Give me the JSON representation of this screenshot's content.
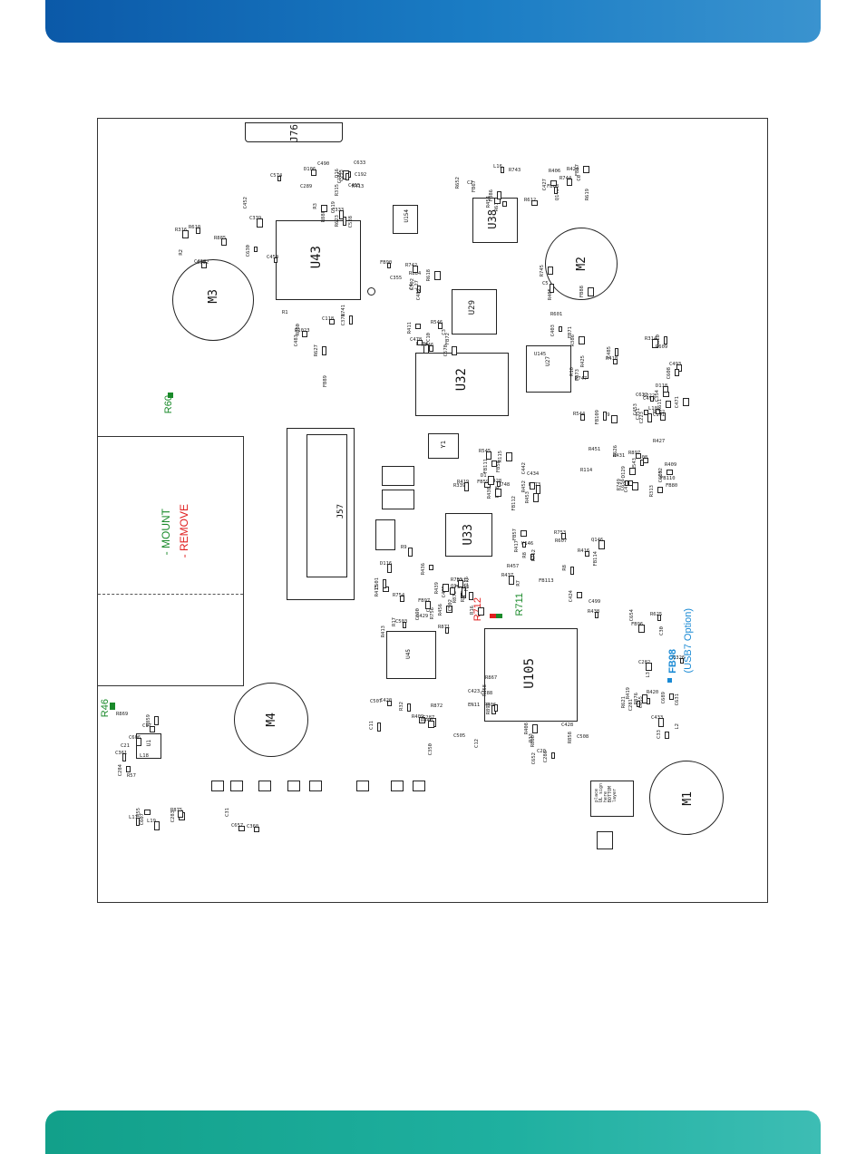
{
  "colors": {
    "mount": "#1a8a2a",
    "remove": "#e02020",
    "usb_option": "#1a8ad4",
    "header": "#0b59a8",
    "footer": "#12a08a"
  },
  "annotations": {
    "mount": "- MOUNT",
    "remove": "- REMOVE",
    "r60": "R60",
    "r46": "R46",
    "r712": "R712",
    "r711": "R711",
    "fb98": "FB98",
    "usb7_option": "(USB7 Option)"
  },
  "components": {
    "j76": "J76",
    "u43": "U43",
    "u38": "U38",
    "u29": "U29",
    "u32": "U32",
    "u33": "U33",
    "u105": "U105",
    "u45": "U45",
    "u1": "U1",
    "j57": "J57",
    "y1": "Y1",
    "u154": "U154",
    "u27": "U27",
    "m1": "M1",
    "m2": "M2",
    "m3": "M3",
    "m4": "M4",
    "place_note": "place\nUL sign\nhere\nBOTTOM\nlayer"
  },
  "small_labels": [
    "C289",
    "R885",
    "R888",
    "R880",
    "R884",
    "R612",
    "Q143",
    "U145",
    "R546",
    "R544",
    "R543",
    "R545",
    "R873",
    "U146",
    "Q146",
    "R876",
    "Q144",
    "R871",
    "R406",
    "R409",
    "R408",
    "R57",
    "R55",
    "R625",
    "R621",
    "R626",
    "R620",
    "R622",
    "C574",
    "R610",
    "R623",
    "R627",
    "R618",
    "R617",
    "R619",
    "R386",
    "R411",
    "R410",
    "R409",
    "R419",
    "R418",
    "R417",
    "R416",
    "R415",
    "R412",
    "R413",
    "C288",
    "C287",
    "C286",
    "C284",
    "C283",
    "C282",
    "C281",
    "R313",
    "R314",
    "C191",
    "C192",
    "R316",
    "R315",
    "R1023",
    "C302",
    "R652",
    "R424",
    "C403",
    "C570",
    "R10",
    "C408",
    "R748",
    "R339",
    "R8",
    "R607",
    "D116",
    "R349",
    "C690",
    "R890",
    "R32",
    "R33",
    "C17",
    "L17",
    "L3",
    "L2",
    "D129",
    "D118",
    "L10",
    "D106",
    "C430",
    "R413",
    "FB89",
    "FB90",
    "FB67",
    "FB68",
    "FB71",
    "FB72",
    "FB73",
    "FB80",
    "FB58",
    "FB59",
    "FB57",
    "C424",
    "C425",
    "C421",
    "C429",
    "C423",
    "C420",
    "C428",
    "C361",
    "C360",
    "C326",
    "C433",
    "C417",
    "C354",
    "C351",
    "C253",
    "C339",
    "C119",
    "C118",
    "C355",
    "R454",
    "R406",
    "R405",
    "R424",
    "R425",
    "R427",
    "R428",
    "R430",
    "R437",
    "R438",
    "R436",
    "R439",
    "R456",
    "R458",
    "R440",
    "R858",
    "R859",
    "C657",
    "C654",
    "C655",
    "C656",
    "C493",
    "C494",
    "C490",
    "C332",
    "C333",
    "C378",
    "L27",
    "L16",
    "C427",
    "R601",
    "C10",
    "C9",
    "R114",
    "R115",
    "D1",
    "R7",
    "R8",
    "R9",
    "R16",
    "R17",
    "C12",
    "C11",
    "C20",
    "C21",
    "C31",
    "C30",
    "C33",
    "C32",
    "C222",
    "C223",
    "D16",
    "R2",
    "R3",
    "R1",
    "C4",
    "C2",
    "C6",
    "C5",
    "C3",
    "FB109",
    "FB110",
    "FB111",
    "FB112",
    "FB113",
    "FB114",
    "FB115",
    "FB116",
    "FB97",
    "R867",
    "R872",
    "R868",
    "R869",
    "R875",
    "R876",
    "C631",
    "C609",
    "C608",
    "C632",
    "C633",
    "C630",
    "C538",
    "C483",
    "C482",
    "FB86",
    "FB87",
    "FB88",
    "C478",
    "C485",
    "R451",
    "R452",
    "R453",
    "R457",
    "C499",
    "C501",
    "C502",
    "C503",
    "C505",
    "C507",
    "C508",
    "C606",
    "C607",
    "R419",
    "R420",
    "R431",
    "C471",
    "C453",
    "C452",
    "C454",
    "C455",
    "R741",
    "R742",
    "R743",
    "R744",
    "R745",
    "R746",
    "R747",
    "R749",
    "C442",
    "C434",
    "R752",
    "R753",
    "R754",
    "R755",
    "R756",
    "EN11",
    "C350",
    "C652",
    "L18",
    "L19",
    "FB96",
    "C689",
    "R897",
    "R609",
    "R611",
    "C186"
  ]
}
